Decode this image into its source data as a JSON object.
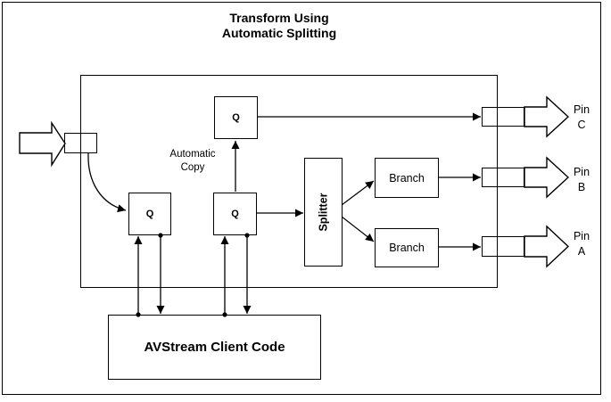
{
  "colors": {
    "line": "#000000",
    "background": "#ffffff"
  },
  "title": {
    "line1": "Transform Using",
    "line2": "Automatic Splitting"
  },
  "filter": {
    "queue_label": "Q",
    "automatic_copy_line1": "Automatic",
    "automatic_copy_line2": "Copy",
    "splitter_label": "Splitter",
    "branch_label": "Branch"
  },
  "pins": [
    {
      "word": "Pin",
      "letter": "C"
    },
    {
      "word": "Pin",
      "letter": "B"
    },
    {
      "word": "Pin",
      "letter": "A"
    }
  ],
  "client": {
    "label": "AVStream Client Code"
  }
}
